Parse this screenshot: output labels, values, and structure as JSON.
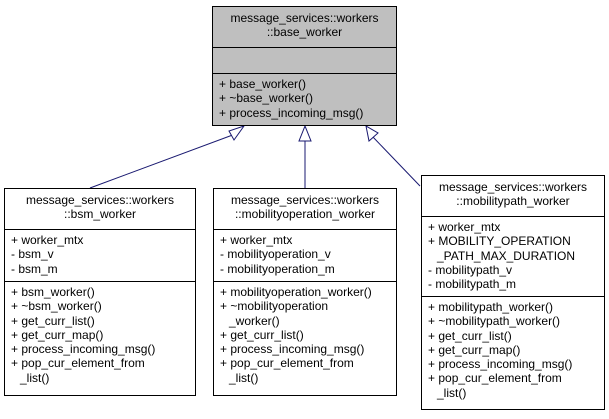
{
  "classes": {
    "base_worker": {
      "title_lines": [
        "message_services::workers",
        "::base_worker"
      ],
      "attributes": [],
      "methods": [
        "+ base_worker()",
        "+ ~base_worker()",
        "+ process_incoming_msg()"
      ]
    },
    "bsm_worker": {
      "title_lines": [
        "message_services::workers",
        "::bsm_worker"
      ],
      "attributes": [
        "+ worker_mtx",
        "- bsm_v",
        "- bsm_m"
      ],
      "methods": [
        "+ bsm_worker()",
        "+ ~bsm_worker()",
        "+ get_curr_list()",
        "+ get_curr_map()",
        "+ process_incoming_msg()",
        "+ pop_cur_element_from",
        "_list()"
      ]
    },
    "mobilityoperation_worker": {
      "title_lines": [
        "message_services::workers",
        "::mobilityoperation_worker"
      ],
      "attributes": [
        "+ worker_mtx",
        "- mobilityoperation_v",
        "- mobilityoperation_m"
      ],
      "methods": [
        "+ mobilityoperation_worker()",
        "+ ~mobilityoperation",
        "_worker()",
        "+ get_curr_list()",
        "+ process_incoming_msg()",
        "+ pop_cur_element_from",
        "_list()"
      ]
    },
    "mobilitypath_worker": {
      "title_lines": [
        "message_services::workers",
        "::mobilitypath_worker"
      ],
      "attributes": [
        "+ worker_mtx",
        "+ MOBILITY_OPERATION",
        "_PATH_MAX_DURATION",
        "- mobilitypath_v",
        "- mobilitypath_m"
      ],
      "methods": [
        "+ mobilitypath_worker()",
        "+ ~mobilitypath_worker()",
        "+ get_curr_list()",
        "+ get_curr_map()",
        "+ process_incoming_msg()",
        "+ pop_cur_element_from",
        "_list()"
      ]
    }
  },
  "colors": {
    "base_fill": "#bfbfbf",
    "edge": "#191970",
    "border": "#000000"
  }
}
